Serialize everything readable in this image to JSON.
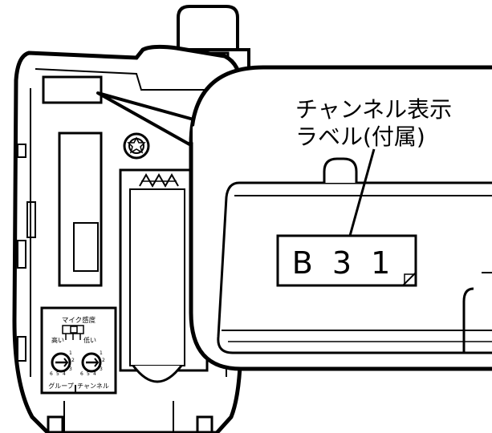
{
  "callout": {
    "line1": "チャンネル表示",
    "line2": "ラベル(付属)",
    "label_text": "B 3 1"
  },
  "panel": {
    "mic_sensitivity": "マイク感度",
    "high": "高い",
    "low": "低い",
    "group": "グループ",
    "channel": "チャンネル"
  },
  "dial_digits": {
    "left": [
      "1",
      "2",
      "3",
      "4",
      "5",
      "6"
    ],
    "right": [
      "1",
      "2",
      "3",
      "4",
      "5",
      "6"
    ]
  }
}
